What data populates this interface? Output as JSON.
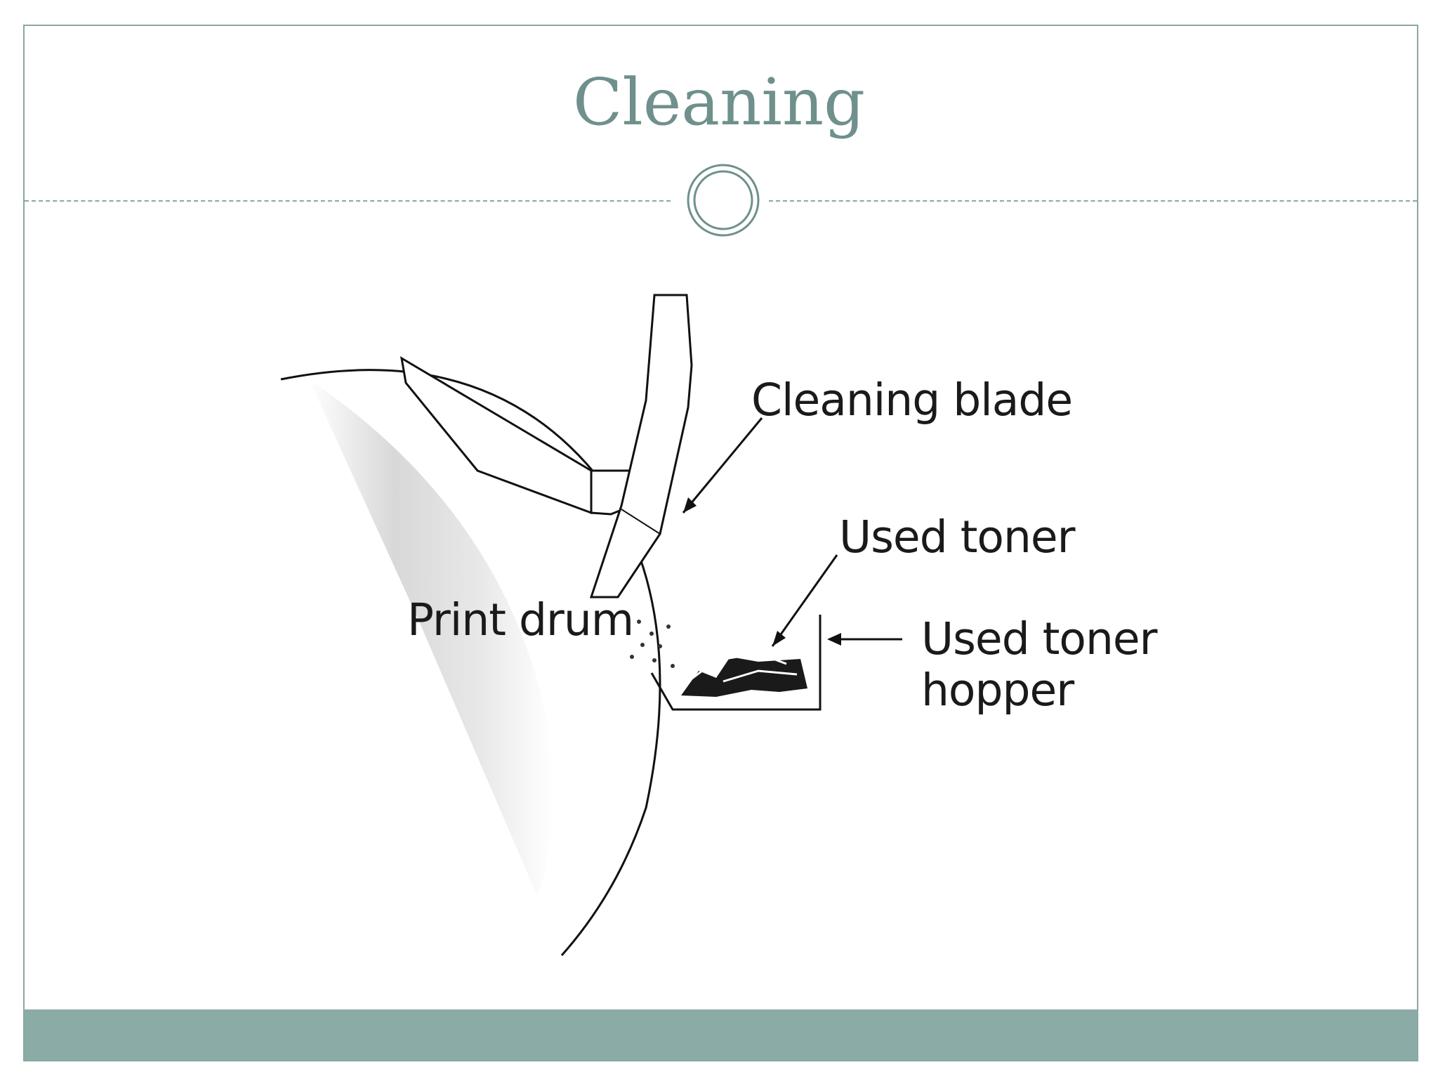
{
  "slide": {
    "title": "Cleaning",
    "accent_color": "#6f908c",
    "footer_color": "#8aaba6"
  },
  "diagram": {
    "labels": {
      "cleaning_blade": "Cleaning blade",
      "used_toner": "Used toner",
      "print_drum": "Print drum",
      "used_toner_hopper_line1": "Used toner",
      "used_toner_hopper_line2": "hopper"
    }
  }
}
